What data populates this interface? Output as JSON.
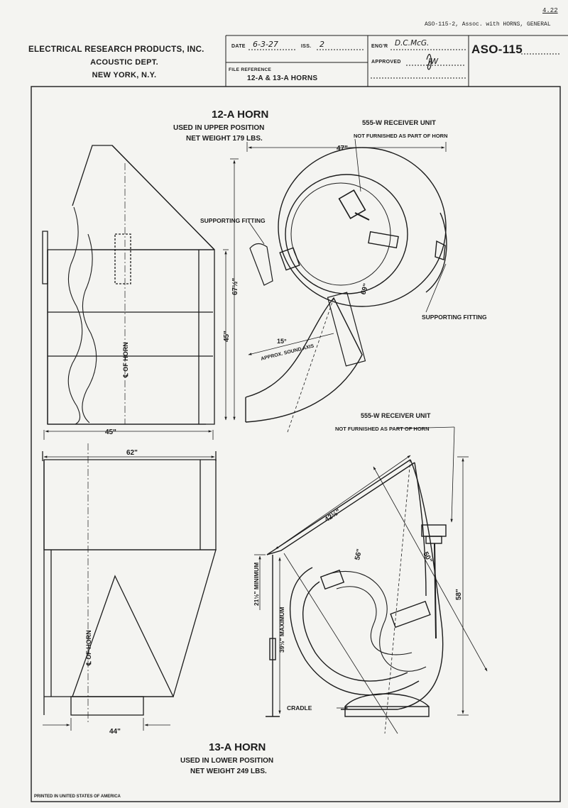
{
  "page_number": "4.22",
  "file_note": "ASO-115-2, Assoc. with HORNS, GENERAL",
  "title_block": {
    "company": "ELECTRICAL RESEARCH PRODUCTS, INC.",
    "dept": "ACOUSTIC DEPT.",
    "city": "NEW YORK, N.Y.",
    "date_label": "DATE",
    "date_value": "6-3-27",
    "iss_label": "ISS.",
    "iss_value": "2",
    "file_ref_label": "FILE REFERENCE",
    "file_ref_value": "12-A & 13-A HORNS",
    "engr_label": "ENG'R",
    "engr_value": "D.C.McG.",
    "approved_label": "APPROVED",
    "approved_value": "JW",
    "drawing_no": "ASO-115"
  },
  "horn_12a": {
    "title": "12-A HORN",
    "sub1": "USED IN UPPER POSITION",
    "sub2": "NET WEIGHT 179 LBS.",
    "receiver_label": "555-W RECEIVER UNIT",
    "receiver_note": "NOT FURNISHED AS PART OF HORN",
    "supporting_fitting_1": "SUPPORTING FITTING",
    "supporting_fitting_2": "SUPPORTING FITTING",
    "dim_width": "47\"",
    "dim_67": "67½\"",
    "dim_45_vert": "45\"",
    "dim_69": "69\"",
    "dim_15": "15°",
    "sound_axis": "APPROX. SOUND AXIS",
    "dim_45_horiz": "45\"",
    "centerline": "℄ OF HORN"
  },
  "horn_13a": {
    "title": "13-A HORN",
    "sub1": "USED IN LOWER POSITION",
    "sub2": "NET WEIGHT 249 LBS.",
    "receiver_label": "555-W RECEIVER UNIT",
    "receiver_note": "NOT FURNISHED AS PART OF HORN",
    "dim_62": "62\"",
    "dim_44": "44\"",
    "dim_42": "42½\"",
    "dim_56": "56\"",
    "dim_50": "50\"",
    "dim_58": "58\"",
    "dim_21_min": "21½\" MINIMUM",
    "dim_39_max": "39½\" MAXIMUM",
    "cradle": "CRADLE",
    "centerline": "℄ OF HORN"
  },
  "footer": "PRINTED IN UNITED STATES OF AMERICA"
}
